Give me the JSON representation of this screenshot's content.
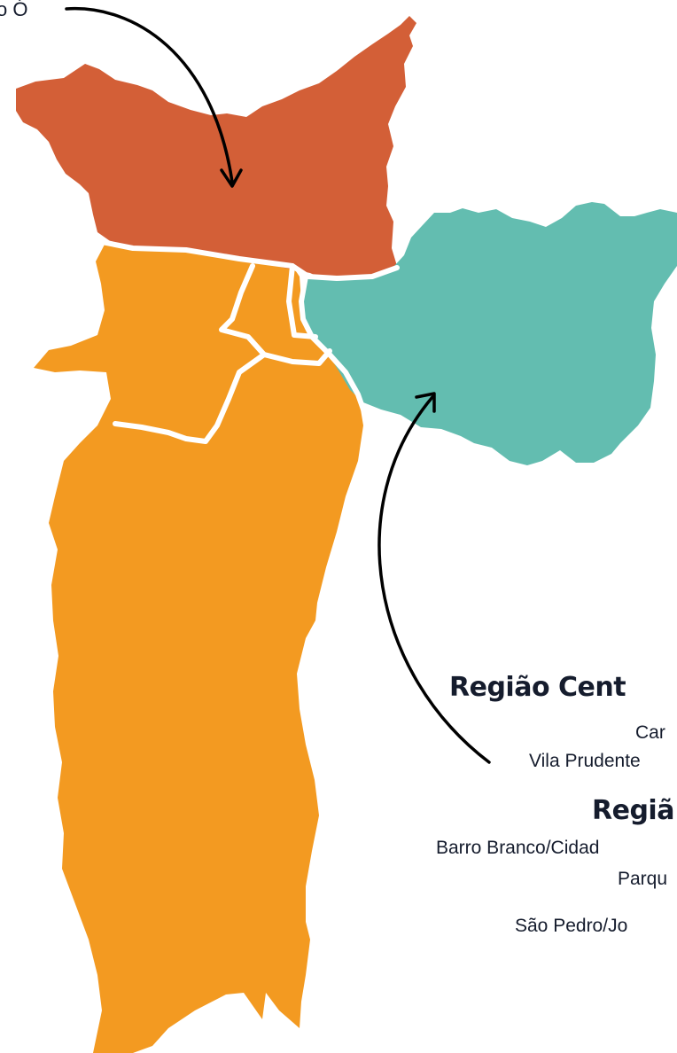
{
  "colors": {
    "north": "#d35f37",
    "east": "#63bdb0",
    "south": "#f39a21",
    "border": "#ffffff",
    "arrow": "#000000",
    "text": "#151c2d"
  },
  "labels": {
    "top_left_fragment": "o Ó",
    "heading_centro": "Região Cent",
    "centro_line_1": "Car",
    "centro_line_2": "Vila Prudente",
    "heading_regiao": "Regiã",
    "regiao_line_1": "Barro Branco/Cidad",
    "regiao_line_2": "Parqu",
    "regiao_line_3": "São Pedro/Jo"
  }
}
